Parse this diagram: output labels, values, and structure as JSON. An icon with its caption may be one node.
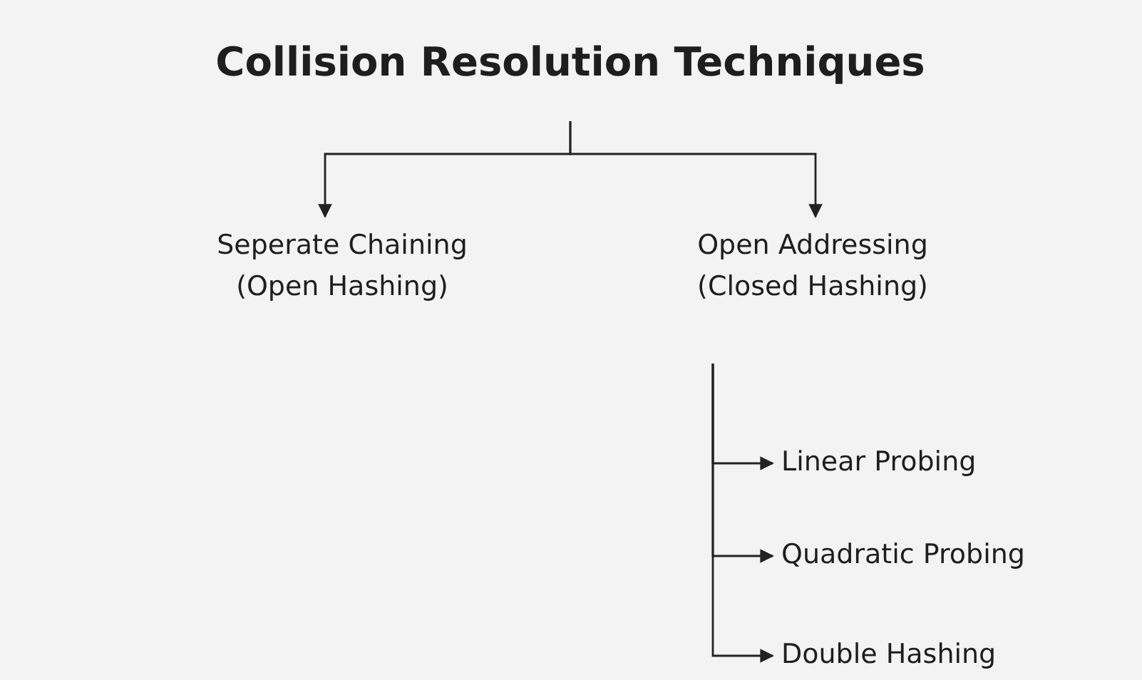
{
  "diagram": {
    "nodes": [
      {
        "text": [
          "Collision Resolution Techniques"
        ]
      },
      {
        "text": [
          "Seperate Chaining (Open Hashing)"
        ]
      },
      {
        "text": [
          "Open Addressing (Closed Hashing)"
        ]
      },
      {
        "text": [
          "Linear Probing"
        ]
      },
      {
        "text": [
          "Quadratic Probing"
        ]
      },
      {
        "text": [
          "Double Hashing"
        ]
      }
    ],
    "edges": [
      {
        "from": 0,
        "to": 1,
        "arrow": "to"
      },
      {
        "from": 0,
        "to": 2,
        "arrow": "to"
      },
      {
        "from": 2,
        "to": 3,
        "arrow": "to"
      },
      {
        "from": 2,
        "to": 4,
        "arrow": "to"
      },
      {
        "from": 2,
        "to": 5,
        "arrow": "to"
      }
    ]
  }
}
